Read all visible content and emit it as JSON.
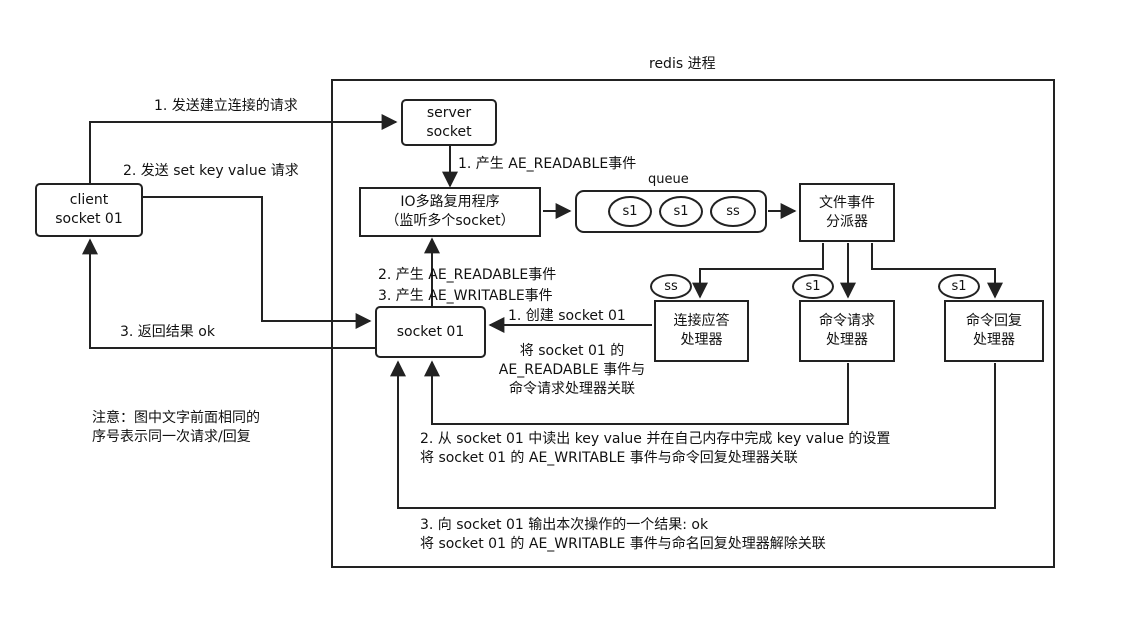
{
  "process_title": "redis 进程",
  "client": {
    "line1": "client",
    "line2": "socket 01"
  },
  "server_socket": {
    "line1": "server",
    "line2": "socket"
  },
  "io_multiplexer": {
    "line1": "IO多路复用程序",
    "line2": "（监听多个socket）"
  },
  "queue": {
    "label": "queue",
    "items": [
      "s1",
      "s1",
      "ss"
    ]
  },
  "dispatcher": {
    "line1": "文件事件",
    "line2": "分派器"
  },
  "socket01": {
    "label": "socket 01"
  },
  "handlers": {
    "accept": {
      "tag": "ss",
      "line1": "连接应答",
      "line2": "处理器"
    },
    "request": {
      "tag": "s1",
      "line1": "命令请求",
      "line2": "处理器"
    },
    "reply": {
      "tag": "s1",
      "line1": "命令回复",
      "line2": "处理器"
    }
  },
  "labels": {
    "send_connect": "1. 发送建立连接的请求",
    "send_set": "2. 发送 set key value 请求",
    "return_ok": "3. 返回结果 ok",
    "produce_readable_1": "1. 产生 AE_READABLE事件",
    "produce_readable_2": "2. 产生 AE_READABLE事件",
    "produce_writable_3": "3. 产生 AE_WRITABLE事件",
    "create_socket": "1. 创建 socket 01",
    "assoc_1": "将 socket 01 的",
    "assoc_2": "AE_READABLE 事件与",
    "assoc_3": "命令请求处理器关联",
    "step2_line1": "2. 从 socket 01 中读出 key value 并在自己内存中完成 key value 的设置",
    "step2_line2": "将 socket 01 的 AE_WRITABLE 事件与命令回复处理器关联",
    "step3_line1": "3. 向 socket 01 输出本次操作的一个结果: ok",
    "step3_line2": "将 socket 01 的 AE_WRITABLE 事件与命名回复处理器解除关联",
    "note_line1": "注意：图中文字前面相同的",
    "note_line2": "序号表示同一次请求/回复"
  }
}
